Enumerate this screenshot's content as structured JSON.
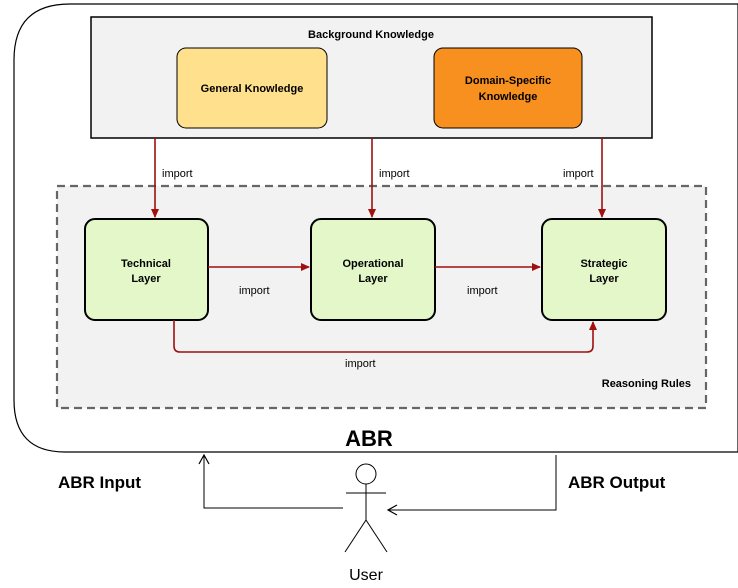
{
  "system": {
    "title": "ABR"
  },
  "background_knowledge": {
    "title": "Background Knowledge",
    "general": "General Knowledge",
    "domain_line1": "Domain-Specific",
    "domain_line2": "Knowledge"
  },
  "reasoning_rules": {
    "title": "Reasoning Rules"
  },
  "layers": {
    "technical_line1": "Technical",
    "technical_line2": "Layer",
    "operational_line1": "Operational",
    "operational_line2": "Layer",
    "strategic_line1": "Strategic",
    "strategic_line2": "Layer"
  },
  "connector_labels": {
    "import_bg_technical": "import",
    "import_bg_operational": "import",
    "import_bg_strategic": "import",
    "import_technical_operational": "import",
    "import_operational_strategic": "import",
    "import_technical_strategic": "import"
  },
  "io": {
    "input_label": "ABR Input",
    "output_label": "ABR Output",
    "user_label": "User"
  },
  "colors": {
    "arrow": "#a01010",
    "general_fill": "#ffe08c",
    "domain_fill": "#f7901e",
    "layer_fill": "#e4f7c8",
    "rules_fill": "#f2f2f2"
  }
}
